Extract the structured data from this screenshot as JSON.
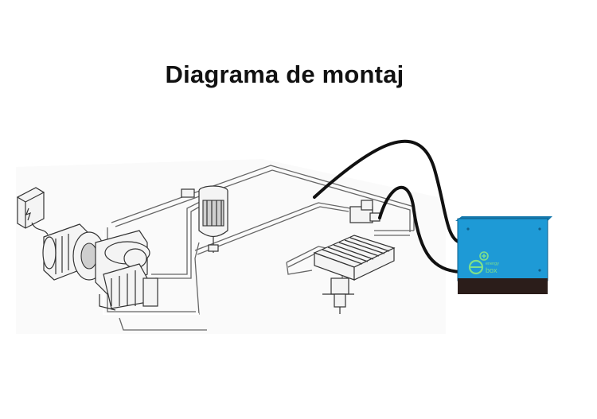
{
  "title": "Diagrama de montaj",
  "device": {
    "brand_small": "energy",
    "brand_word": "box",
    "colors": {
      "body": "#1e9ad6",
      "body_dark": "#1478ad",
      "base": "#2b1d1a",
      "logo": "#7ee08a"
    }
  }
}
